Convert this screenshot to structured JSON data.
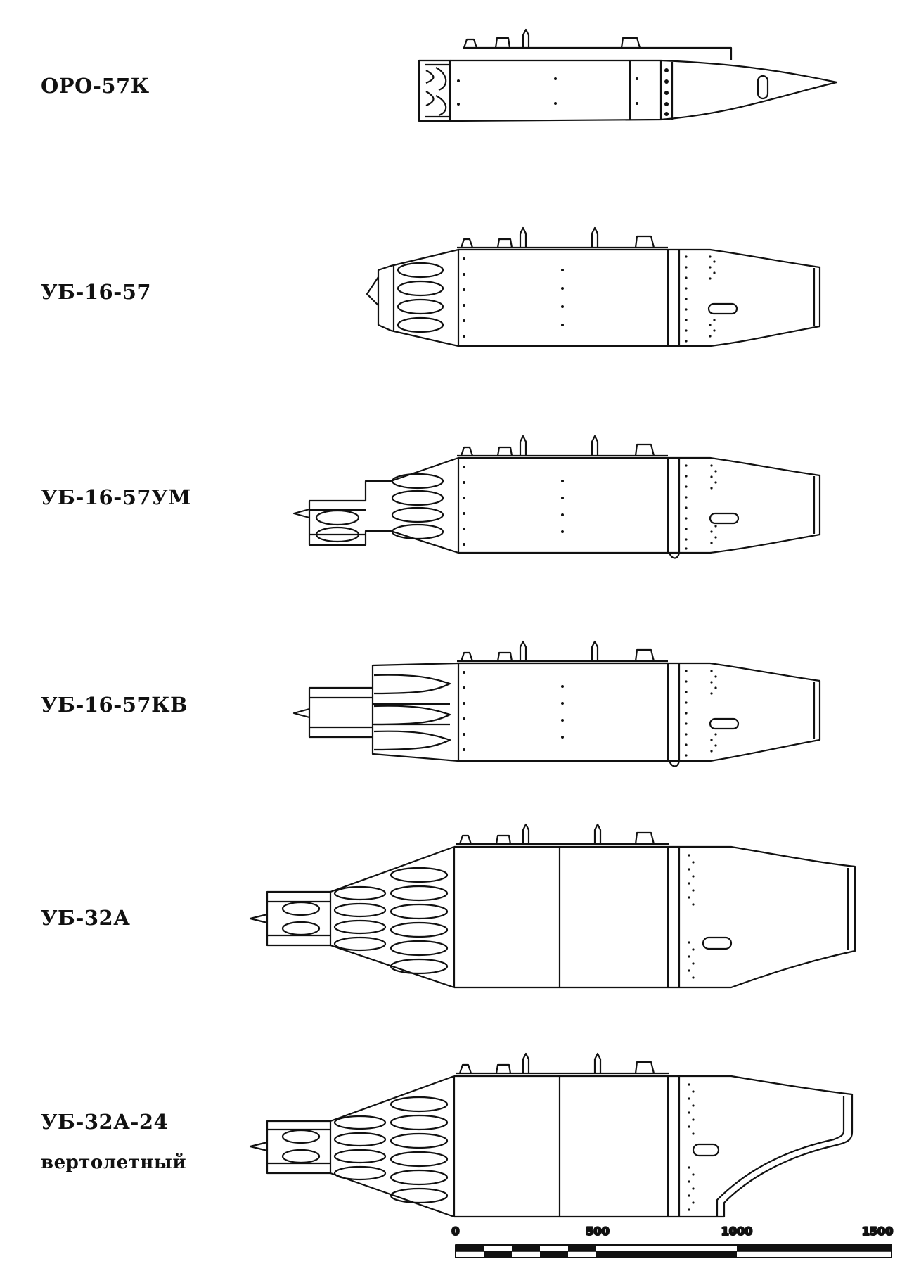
{
  "pods": [
    {
      "name": "ОРО-57К"
    },
    {
      "name": "УБ-16-57"
    },
    {
      "name": "УБ-16-57УМ"
    },
    {
      "name": "УБ-16-57КВ"
    },
    {
      "name": "УБ-32А"
    },
    {
      "name": "УБ-32А-24",
      "subtitle": "вертолетный"
    }
  ],
  "scale_bar": {
    "ticks": [
      "0",
      "500",
      "1000",
      "1500"
    ]
  },
  "colors": {
    "ink": "#111111",
    "paper": "#ffffff"
  }
}
